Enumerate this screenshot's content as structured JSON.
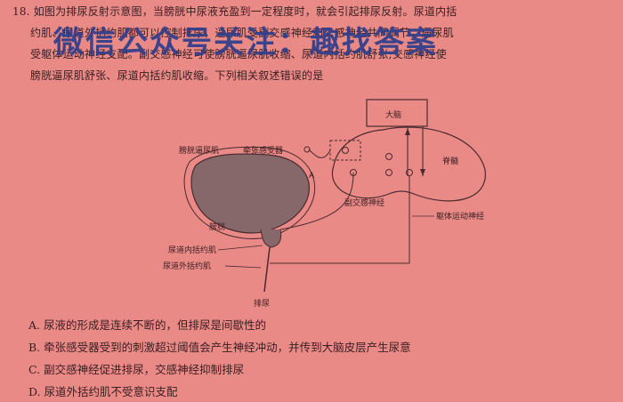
{
  "question": {
    "number": "18.",
    "line1": "如图为排尿反射示意图，当膀胱中尿液充盈到一定程度时，就会引起排尿反射。尿道内括",
    "line2": "约肌、尿道外括约肌都可以控制排尿，逼尿肌受副交感神经和交感神经共同调节，逼尿肌",
    "line3": "受躯体运动神经支配。副交感神经可使膀胱逼尿肌收缩、尿道内括约肌舒张;交感神经使",
    "line4": "膀胱逼尿肌舒张、尿道内括约肌收缩。下列相关叙述错误的是"
  },
  "watermark": "微信公众号关注：趣找答案",
  "diagram": {
    "brain": "大脑",
    "spinal_cord": "脊髓",
    "detrusor": "膀胱逼尿肌",
    "stretch_receptor": "牵张感受器",
    "label_a": "A",
    "bladder": "膀胱",
    "internal_sphincter": "尿道内括约肌",
    "external_sphincter": "尿道外括约肌",
    "parasympathetic": "副交感神经",
    "somatic_motor": "躯体运动神经",
    "urination": "排尿"
  },
  "options": [
    {
      "letter": "A.",
      "text": "尿液的形成是连续不断的，但排尿是间歇性的"
    },
    {
      "letter": "B.",
      "text": "牵张感受器受到的刺激超过阈值会产生神经冲动，并传到大脑皮层产生尿意"
    },
    {
      "letter": "C.",
      "text": "副交感神经促进排尿，交感神经抑制排尿"
    },
    {
      "letter": "D.",
      "text": "尿道外括约肌不受意识支配"
    }
  ]
}
